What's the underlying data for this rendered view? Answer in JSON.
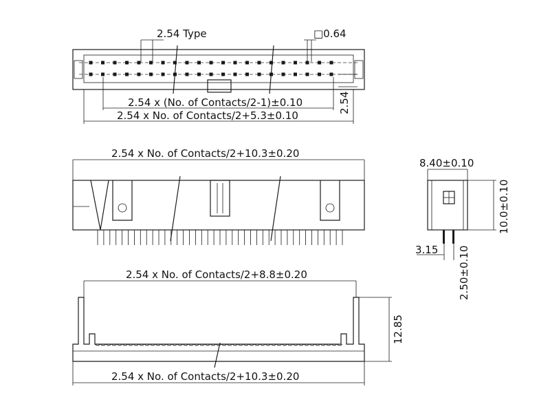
{
  "labels": {
    "pitch_type": "2.54 Type",
    "pin_square": "□0.64",
    "top_inner_dim": "2.54 x (No. of Contacts/2-1)±0.10",
    "top_outer_dim": "2.54 x No. of Contacts/2+5.3±0.10",
    "row_pitch": "2.54",
    "front_width": "2.54 x No. of Contacts/2+10.3±0.20",
    "side_width": "8.40±0.10",
    "side_height": "10.0±0.10",
    "side_pin_offset": "3.15",
    "side_pin_spacing": "2.50±0.10",
    "bottom_inner_dim": "2.54 x No. of Contacts/2+8.8±0.20",
    "bottom_height": "12.85",
    "bottom_width": "2.54 x No. of Contacts/2+10.3±0.20"
  }
}
